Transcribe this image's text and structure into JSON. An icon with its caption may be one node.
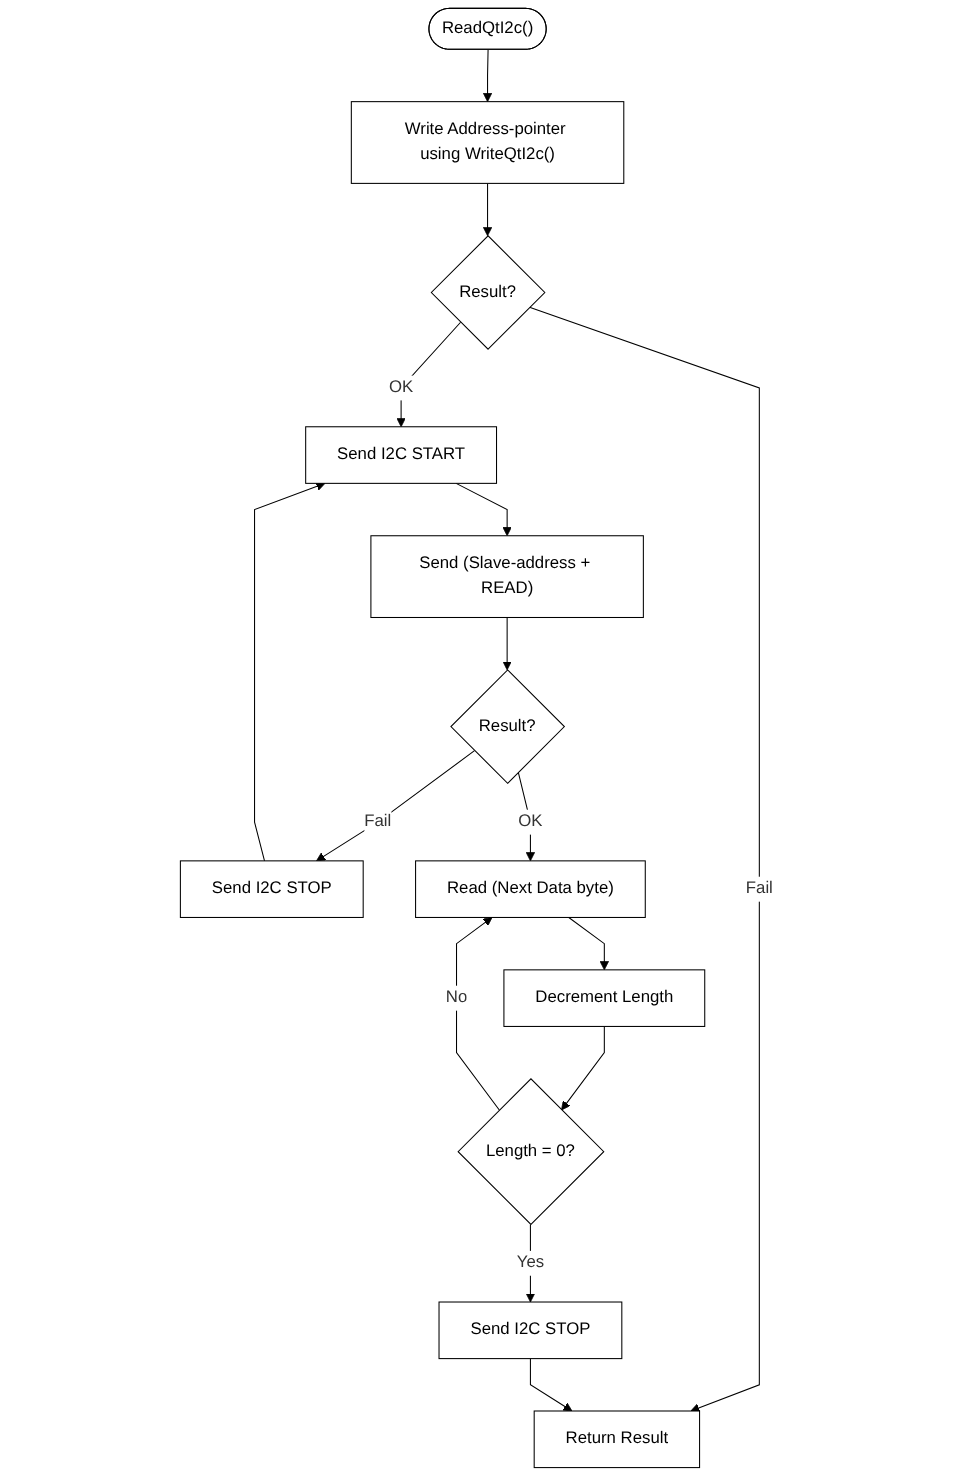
{
  "diagram": {
    "nodes": [
      {
        "text": [
          "ReadQtI2c()"
        ]
      },
      {
        "text": [
          "Write Address-pointer using WriteQtI2c()"
        ]
      },
      {
        "text": [
          "Result?"
        ]
      },
      {
        "text": [
          "Send I2C START"
        ]
      },
      {
        "text": [
          "Send (Slave-address + READ)"
        ]
      },
      {
        "text": [
          "Result?"
        ]
      },
      {
        "text": [
          "Send I2C STOP"
        ]
      },
      {
        "text": [
          "Read (Next Data byte)"
        ]
      },
      {
        "text": [
          "Decrement Length"
        ]
      },
      {
        "text": [
          "Length = 0?"
        ]
      },
      {
        "text": [
          "Send I2C STOP"
        ]
      },
      {
        "text": [
          "Return Result"
        ]
      }
    ],
    "edges": [
      {
        "from": 0,
        "to": 1,
        "arrow": "to"
      },
      {
        "from": 1,
        "to": 2,
        "arrow": "to"
      },
      {
        "from": 2,
        "to": 3,
        "arrow": "to",
        "label": "OK"
      },
      {
        "from": 2,
        "to": 11,
        "arrow": "to",
        "label": "Fail"
      },
      {
        "from": 3,
        "to": 4,
        "arrow": "to"
      },
      {
        "from": 4,
        "to": 5,
        "arrow": "to"
      },
      {
        "from": 5,
        "to": 6,
        "arrow": "to",
        "label": "Fail"
      },
      {
        "from": 6,
        "to": 3,
        "arrow": "to"
      },
      {
        "from": 5,
        "to": 7,
        "arrow": "to",
        "label": "OK"
      },
      {
        "from": 7,
        "to": 8,
        "arrow": "to"
      },
      {
        "from": 8,
        "to": 9,
        "arrow": "to"
      },
      {
        "from": 9,
        "to": 7,
        "arrow": "to",
        "label": "No"
      },
      {
        "from": 9,
        "to": 10,
        "arrow": "to",
        "label": "Yes"
      },
      {
        "from": 10,
        "to": 11,
        "arrow": "to"
      }
    ]
  }
}
